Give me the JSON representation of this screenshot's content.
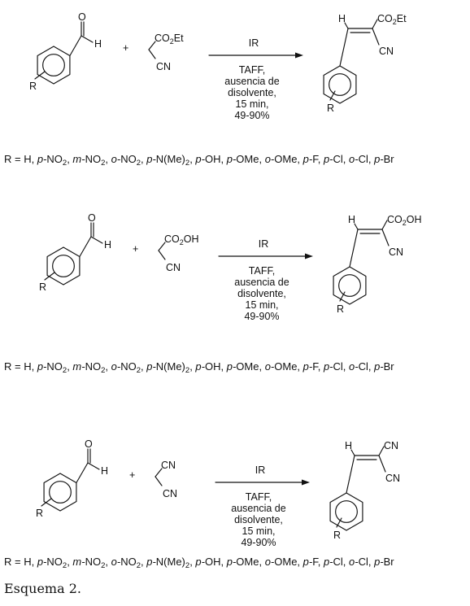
{
  "schemes": [
    {
      "reagent_label": "CO₂Et",
      "reagent_cn": "CN",
      "product_top": "CO₂Et",
      "product_cn": "CN",
      "condition_top": "IR",
      "conditions": [
        "TAFF,",
        "ausencia de",
        "disolvente,",
        "15 min,",
        "49-90%"
      ],
      "substituents": "R = H, p-NO2, m-NO2, o-NO2, p-N(Me)2, p-OH, p-OMe, o-OMe, p-F, p-Cl, o-Cl, p-Br"
    },
    {
      "reagent_label": "CO₂OH",
      "reagent_cn": "CN",
      "product_top": "CO₂OH",
      "product_cn": "CN",
      "condition_top": "IR",
      "conditions": [
        "TAFF,",
        "ausencia de",
        "disolvente,",
        "15 min,",
        "49-90%"
      ],
      "substituents": "R = H, p-NO2, m-NO2, o-NO2, p-N(Me)2, p-OH, p-OMe, o-OMe, p-F, p-Cl, o-Cl, p-Br"
    },
    {
      "reagent_label": "CN",
      "reagent_cn": "CN",
      "product_top": "CN",
      "product_cn": "CN",
      "condition_top": "IR",
      "conditions": [
        "TAFF,",
        "ausencia de",
        "disolvente,",
        "15 min,",
        "49-90%"
      ],
      "substituents": "R = H, p-NO2, m-NO2, o-NO2, p-N(Me)2, p-OH, p-OMe, o-OMe, p-F, p-Cl, o-Cl, p-Br"
    }
  ],
  "atoms": {
    "O": "O",
    "H": "H",
    "R": "R",
    "plus": "+"
  },
  "caption": "Esquema 2."
}
